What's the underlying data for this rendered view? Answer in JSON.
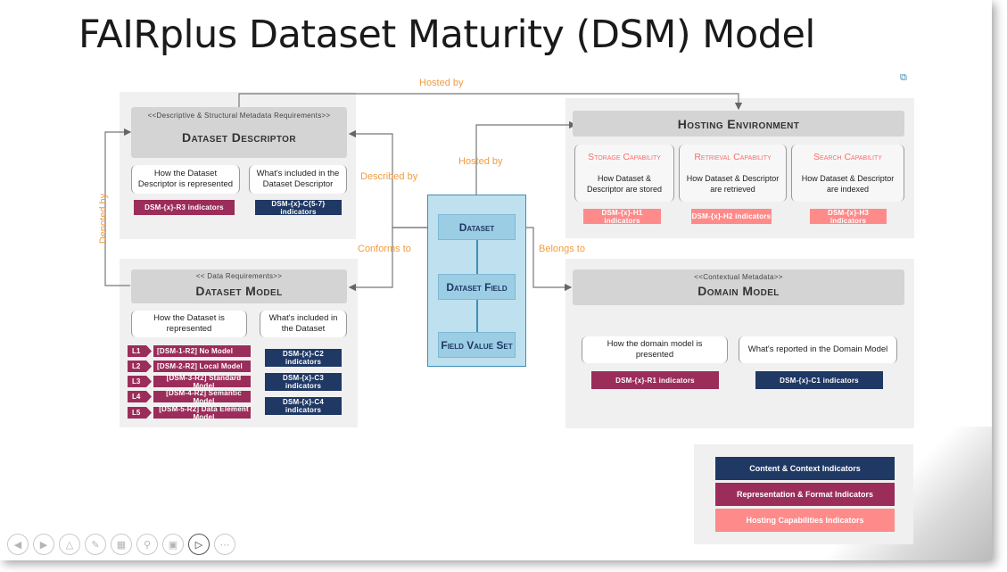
{
  "title": "FAIRplus Dataset Maturity (DSM) Model",
  "edges": {
    "hosted_by_top": "Hosted by",
    "hosted_by_center": "Hosted by",
    "described_by": "Described by",
    "denoted_by": "Denoted by",
    "conforms_to": "Conforms to",
    "belongs_to": "Belongs to"
  },
  "descriptor": {
    "stereotype": "<<Descriptive & Structural Metadata Requirements>>",
    "title": "Dataset Descriptor",
    "brackets": [
      "How the Dataset Descriptor is represented",
      "What's included in the Dataset Descriptor"
    ],
    "tags": [
      "DSM-{x}-R3 indicators",
      "DSM-{x}-C{5-7} indicators"
    ]
  },
  "model": {
    "stereotype": "<< Data Requirements>>",
    "title": "Dataset Model",
    "brackets": [
      "How the Dataset is represented",
      "What's included in the Dataset"
    ],
    "levels": [
      {
        "level": "L1",
        "label": "[DSM-1-R2] No Model"
      },
      {
        "level": "L2",
        "label": "[DSM-2-R2] Local Model"
      },
      {
        "level": "L3",
        "label": "[DSM-3-R2] Standard Model"
      },
      {
        "level": "L4",
        "label": "[DSM-4-R2] Semantic Model"
      },
      {
        "level": "L5",
        "label": "[DSM-5-R2] Data Element Model"
      }
    ],
    "tags": [
      "DSM-{x}-C2 indicators",
      "DSM-{x}-C3 indicators",
      "DSM-{x}-C4 indicators"
    ]
  },
  "center": {
    "items": [
      "Dataset",
      "Dataset Field",
      "Field Value Set"
    ]
  },
  "hosting": {
    "title": "Hosting Environment",
    "capabilities": [
      {
        "title": "Storage Capability",
        "desc": "How Dataset & Descriptor are stored",
        "tag": "DSM-{x}-H1 indicators"
      },
      {
        "title": "Retrieval Capability",
        "desc": "How Dataset & Descriptor are retrieved",
        "tag": "DSM-{x}-H2 indicators"
      },
      {
        "title": "Search Capability",
        "desc": "How Dataset & Descriptor are indexed",
        "tag": "DSM-{x}-H3 indicators"
      }
    ]
  },
  "domain": {
    "stereotype": "<<Contextual Metadata>>",
    "title": "Domain Model",
    "brackets": [
      "How the domain model is presented",
      "What's reported in the Domain Model"
    ],
    "tags": [
      "DSM-{x}-R1 indicators",
      "DSM-{x}-C1 indicators"
    ]
  },
  "legend": {
    "items": [
      "Content & Context Indicators",
      "Representation & Format Indicators",
      "Hosting Capabilities Indicators"
    ]
  },
  "colors": {
    "content": "#1f3864",
    "representation": "#9b2d5a",
    "hosting": "#ff8a8a",
    "edge_label": "#f39b3d",
    "center_fill": "#bfe0ee"
  },
  "toolbar": {
    "icons": [
      "previous-icon",
      "next-icon",
      "home-icon",
      "pen-icon",
      "slides-icon",
      "zoom-icon",
      "subtitles-icon",
      "video-icon",
      "more-icon"
    ]
  }
}
